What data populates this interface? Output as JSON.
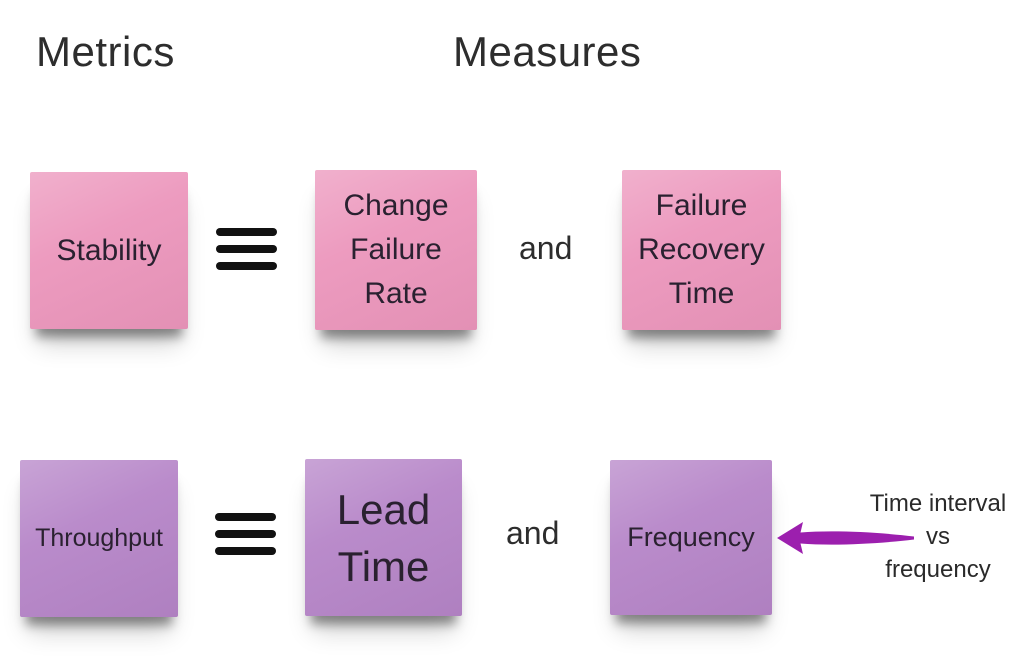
{
  "title_row": {
    "metrics": "Metrics",
    "measures": "Measures"
  },
  "rows": [
    {
      "metric": "Stability",
      "relation_icon": "triple-bar-equivalence",
      "measure1": "Change\nFailure\nRate",
      "connector": "and",
      "measure2": "Failure\nRecovery\nTime",
      "note_color": "#ec96bc"
    },
    {
      "metric": "Throughput",
      "relation_icon": "triple-bar-equivalence",
      "measure1": "Lead\nTime",
      "connector": "and",
      "measure2": "Frequency",
      "note_color": "#b685c8"
    }
  ],
  "annotation": {
    "text": "Time interval\nvs\nfrequency",
    "arrow_icon": "left-arrow",
    "arrow_color": "#9c1fae"
  },
  "colors": {
    "background": "#ffffff",
    "pink_note": "#ec96bc",
    "purple_note": "#b685c8",
    "arrow": "#9c1fae",
    "bars": "#111111",
    "heading_text": "#2d2d2d",
    "note_text": "#2a2130",
    "annotation_text": "#2a2a2a"
  }
}
